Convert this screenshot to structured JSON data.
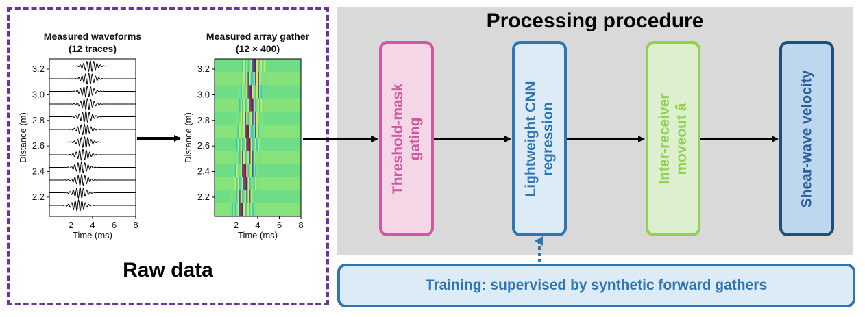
{
  "raw_data": {
    "title": "Raw data",
    "waveforms": {
      "title_line1": "Measured waveforms",
      "title_line2": "(12 traces)",
      "xlabel": "Time (ms)",
      "ylabel": "Distance (m)",
      "xticks": [
        "2",
        "4",
        "6",
        "8"
      ],
      "yticks": [
        "2.2",
        "2.4",
        "2.6",
        "2.8",
        "3.0",
        "3.2"
      ]
    },
    "gather": {
      "title_line1": "Measured array gather",
      "title_line2": "(12 × 400)",
      "xlabel": "Time (ms)",
      "ylabel": "Distance (m)",
      "xticks": [
        "2",
        "4",
        "6",
        "8"
      ],
      "yticks": [
        "2.2",
        "2.4",
        "2.6",
        "2.8",
        "3.0",
        "3.2"
      ]
    }
  },
  "processing": {
    "title": "Processing procedure",
    "steps": [
      {
        "id": "threshold",
        "lines": [
          "Threshold-mask",
          "gating"
        ],
        "border": "#d157a0",
        "fill": "#f5d6e6",
        "text_color": "#d157a0"
      },
      {
        "id": "cnn",
        "lines": [
          "Lightweight CNN",
          "regression"
        ],
        "border": "#2e75b6",
        "fill": "#ddebf7",
        "text_color": "#2e75b6"
      },
      {
        "id": "moveout",
        "lines": [
          "Inter-receiver",
          "moveout â"
        ],
        "border": "#92d050",
        "fill": "#dcf0d0",
        "text_color": "#92d050"
      },
      {
        "id": "velocity",
        "lines": [
          "Shear-wave velocity"
        ],
        "border": "#1f4e79",
        "fill": "#bdd7ee",
        "text_color": "#2e5e9a"
      }
    ]
  },
  "training": {
    "label": "Training: supervised by synthetic forward gathers"
  }
}
